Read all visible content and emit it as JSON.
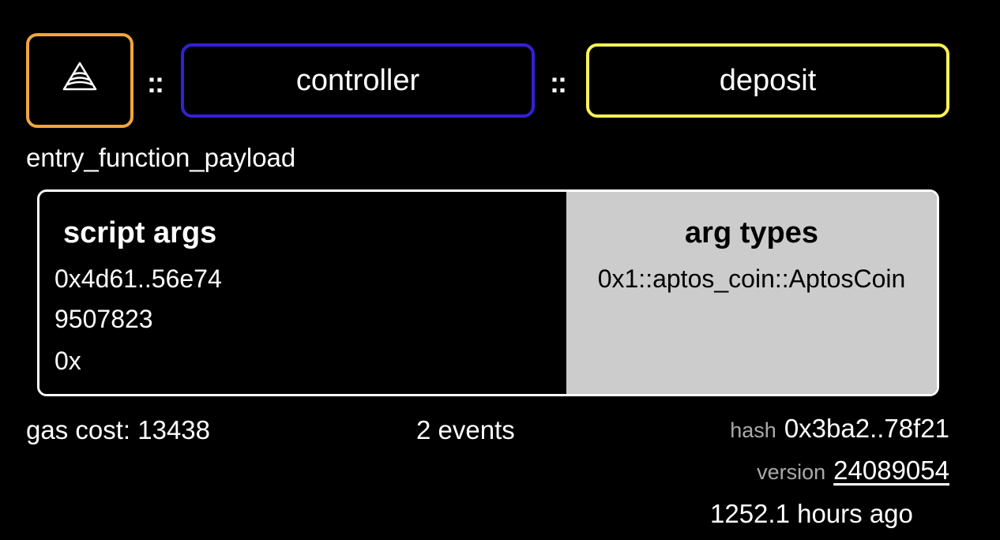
{
  "function_path": {
    "module_icon": "aptos-logo-icon",
    "separator_1": "::",
    "module": "controller",
    "separator_2": "::",
    "function": "deposit"
  },
  "payload_type": "entry_function_payload",
  "script_args": {
    "heading": "script args",
    "values": [
      "0x4d61..56e74",
      "9507823",
      "0x"
    ]
  },
  "arg_types": {
    "heading": "arg types",
    "values": [
      "0x1::aptos_coin::AptosCoin"
    ]
  },
  "footer": {
    "gas_cost": "gas cost: 13438",
    "events": "2 events",
    "hash_label": "hash",
    "hash_value": "0x3ba2..78f21",
    "version_label": "version",
    "version_value": "24089054",
    "time_ago": "1252.1 hours ago"
  },
  "colors": {
    "module_border": "#f0a63c",
    "controller_border": "#3420d6",
    "deposit_border": "#fbf254",
    "arg_types_bg": "#cccccc"
  }
}
